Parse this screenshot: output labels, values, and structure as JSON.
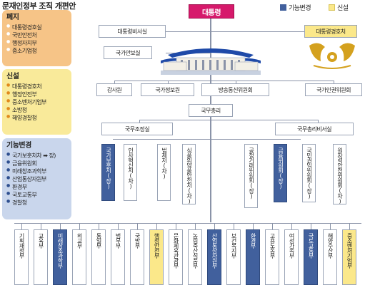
{
  "title": "문재인정부 조직 개편안",
  "legend": {
    "changed": "기능변경",
    "new": "신설"
  },
  "colors": {
    "president": "#d6196b",
    "changed": "#41609d",
    "new": "#fbe88a",
    "abolished_panel": "#f6c487",
    "new_panel": "#f9ea9a",
    "changed_panel": "#c9d6ec"
  },
  "panels": {
    "abolished": {
      "title": "폐지",
      "items": [
        "대통령경호실",
        "국민안전처",
        "행정자치부",
        "중소기업청"
      ]
    },
    "new": {
      "title": "신설",
      "items": [
        "대통령경호처",
        "행정안전부",
        "중소벤처기업부",
        "소방청",
        "해양경찰청"
      ]
    },
    "changed": {
      "title": "기능변경",
      "items": [
        "국가보훈처차 ➡ 장)",
        "금융위원회",
        "미래창조과학부",
        "산업통상자원부",
        "환경부",
        "국토교통부",
        "경찰청"
      ]
    }
  },
  "top": {
    "president": "대통령",
    "chief_of_staff": "대통령비서실",
    "national_security": "국가안보실",
    "security_service": "대통령경호처"
  },
  "images": {
    "bluehouse": "bluehouse-illustration",
    "emblem": "phoenix-emblem"
  },
  "mid": {
    "audit": "감사원",
    "nis": "국가정보원",
    "kcc": "방송통신위원회",
    "nhrc": "국가인권위원회"
  },
  "pm": {
    "pm": "국무총리",
    "coordination": "국무조정실",
    "secretariat": "국무총리비서실"
  },
  "agencies": [
    {
      "label": "국가보훈처(장)",
      "style": "blue"
    },
    {
      "label": "인사혁신처(차)",
      "style": "white"
    },
    {
      "label": "법제처(차)",
      "style": "white"
    },
    {
      "label": "식품의약품안전처(차)",
      "style": "white"
    },
    {
      "label": "공정거래위원회(장)",
      "style": "white"
    },
    {
      "label": "금융위원회(장)",
      "style": "blue"
    },
    {
      "label": "국민권익위원회(장)",
      "style": "white"
    },
    {
      "label": "원자력안전위원회(차)",
      "style": "white"
    }
  ],
  "ministries": [
    {
      "label": "기획재정부",
      "style": "white"
    },
    {
      "label": "교육부",
      "style": "white"
    },
    {
      "label": "미래창조과학부",
      "style": "blue"
    },
    {
      "label": "외교부",
      "style": "white"
    },
    {
      "label": "통일부",
      "style": "white"
    },
    {
      "label": "법무부",
      "style": "white"
    },
    {
      "label": "국방부",
      "style": "white"
    },
    {
      "label": "행정안전부",
      "style": "yellow"
    },
    {
      "label": "문화체육관광부",
      "style": "white"
    },
    {
      "label": "농림축산식품부",
      "style": "white"
    },
    {
      "label": "산업통상자원부",
      "style": "blue"
    },
    {
      "label": "보건복지부",
      "style": "white"
    },
    {
      "label": "환경부",
      "style": "blue"
    },
    {
      "label": "고용노동부",
      "style": "white"
    },
    {
      "label": "여성가족부",
      "style": "white"
    },
    {
      "label": "국토교통부",
      "style": "blue"
    },
    {
      "label": "해양수산부",
      "style": "white"
    },
    {
      "label": "중소벤처기업부",
      "style": "yellow"
    }
  ]
}
